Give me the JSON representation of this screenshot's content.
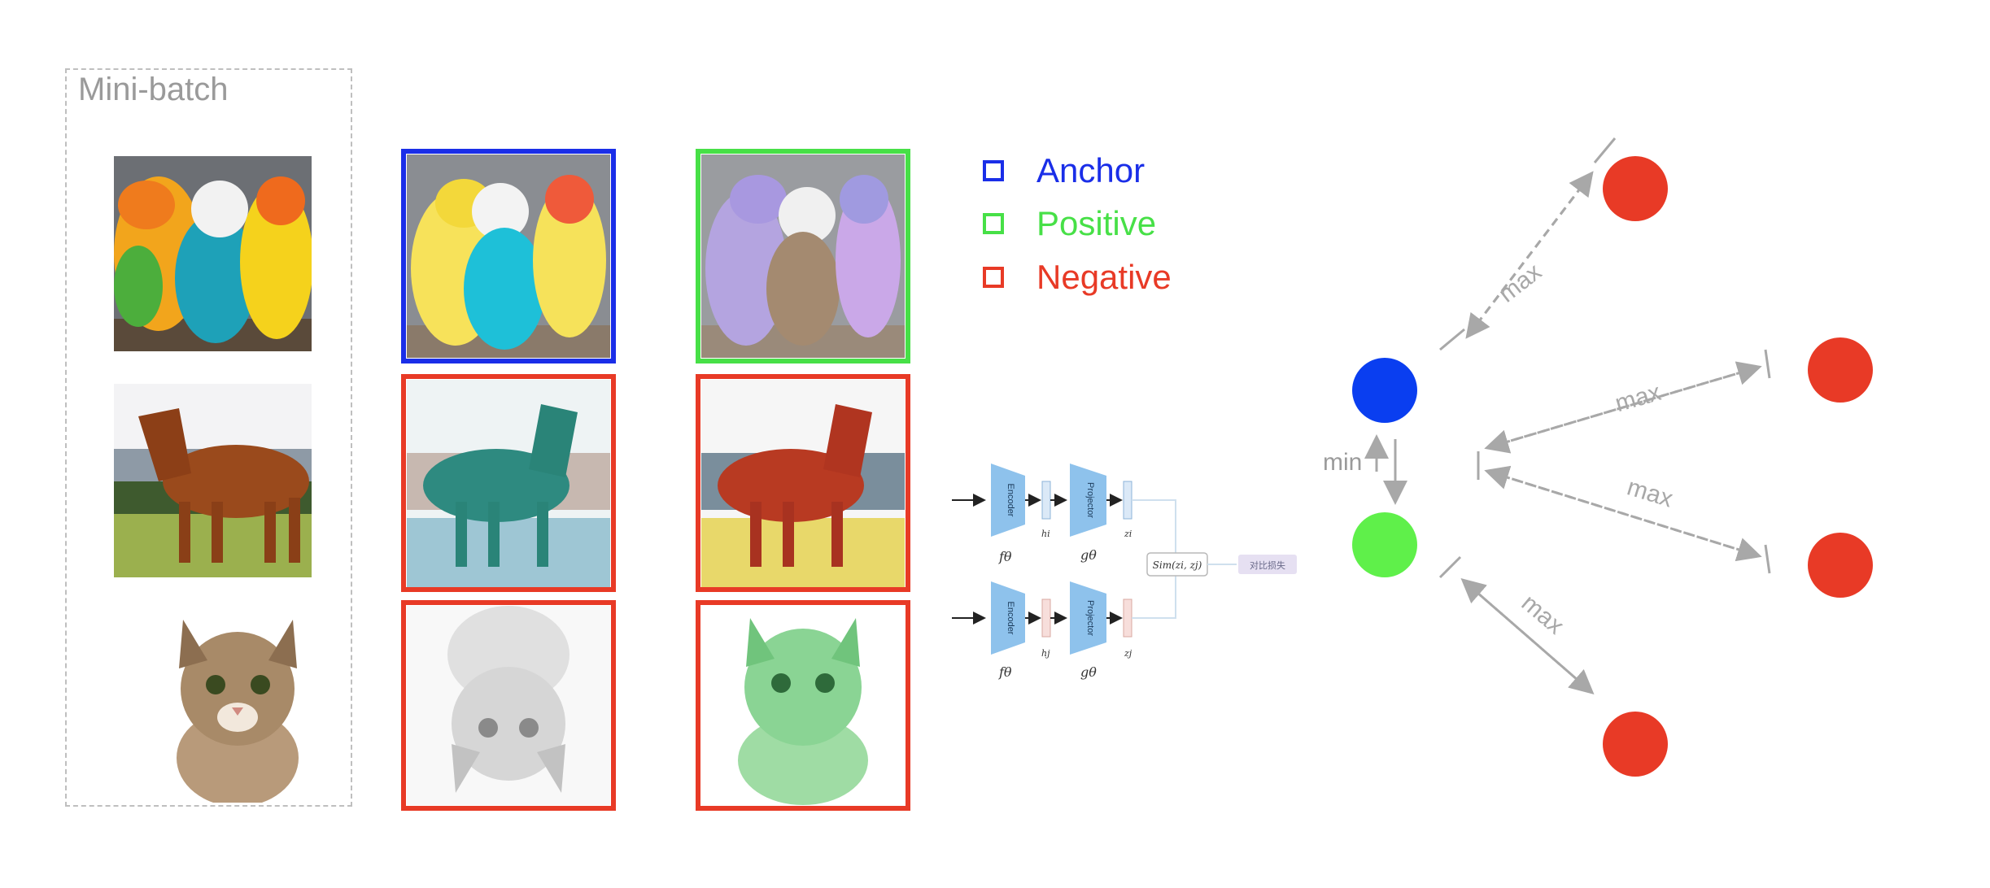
{
  "batch": {
    "title": "Mini-batch"
  },
  "legend": [
    {
      "label": "Anchor",
      "color": "#1a2ee8"
    },
    {
      "label": "Positive",
      "color": "#47e047"
    },
    {
      "label": "Negative",
      "color": "#e83a26"
    }
  ],
  "pipeline": {
    "encoder_label": "Encoder",
    "projector_label": "Projector",
    "f_label": "fθ",
    "g_label": "gθ",
    "h_i": "hi",
    "h_j": "hj",
    "z_i": "zi",
    "z_j": "zj",
    "sim_label": "Sim(zi, zj)",
    "loss_label": "对比损失"
  },
  "embedding": {
    "min_label": "min",
    "max_label": "max",
    "anchor_color": "#0a3ef0",
    "positive_color": "#5ff04a",
    "negative_color": "#e83a26"
  },
  "colors": {
    "anchor": "#1a2ee8",
    "positive": "#47e047",
    "negative": "#e83a26",
    "arrow": "#a8a8a8"
  }
}
